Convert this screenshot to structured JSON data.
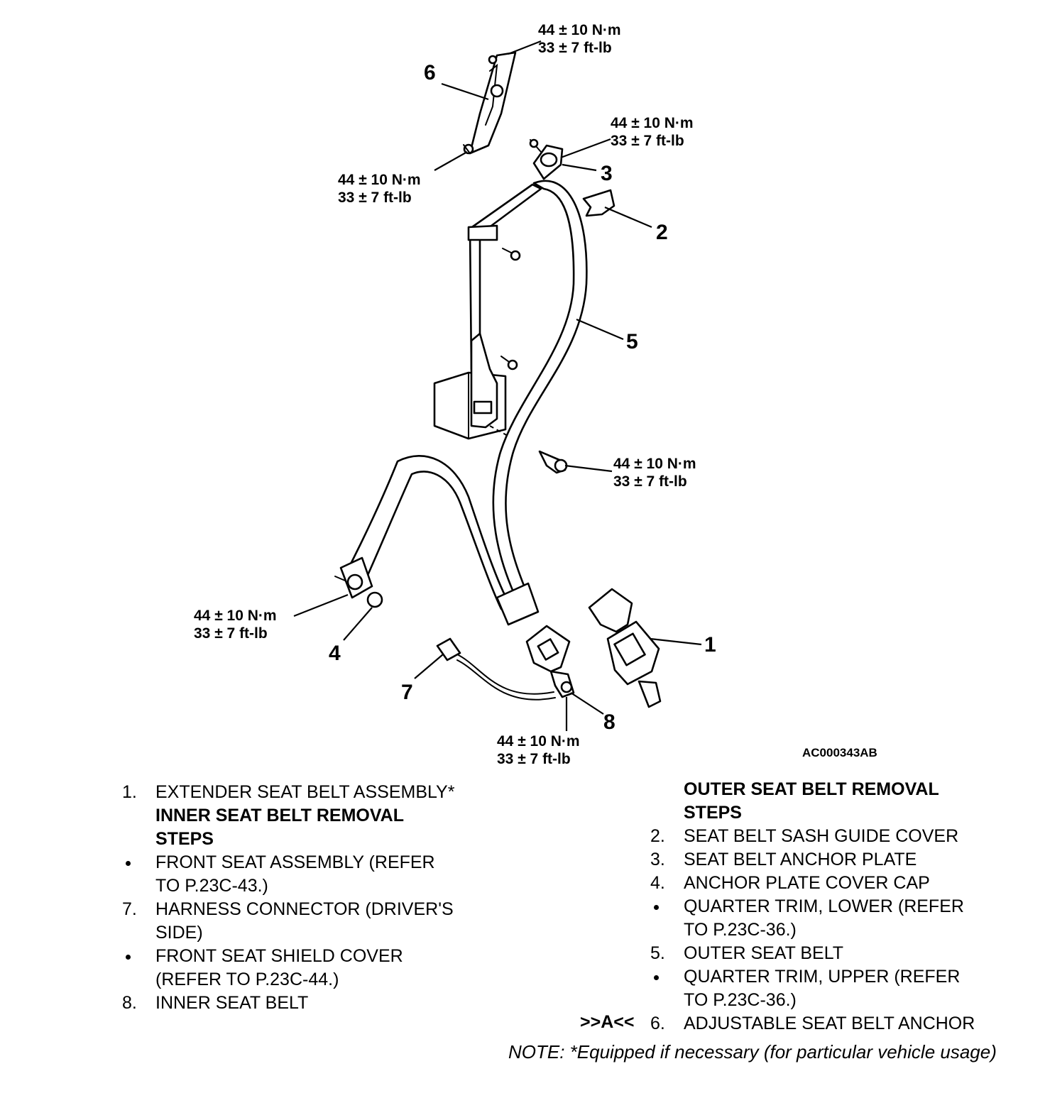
{
  "diagram": {
    "callouts": [
      "1",
      "2",
      "3",
      "4",
      "5",
      "6",
      "7",
      "8"
    ],
    "torque_nm": "44 ± 10 N·m",
    "torque_ftlb": "33 ± 7 ft-lb",
    "figure_id": "AC000343AB"
  },
  "left_list": {
    "item1_num": "1.",
    "item1_text": "EXTENDER SEAT BELT ASSEMBLY*",
    "heading_line1": "INNER SEAT BELT REMOVAL",
    "heading_line2": "STEPS",
    "front_seat_line1": "FRONT SEAT ASSEMBLY (REFER",
    "front_seat_line2": "TO P.23C-43.)",
    "item7_num": "7.",
    "item7_line1": "HARNESS CONNECTOR (DRIVER'S",
    "item7_line2": "SIDE)",
    "shield_line1": "FRONT SEAT SHIELD COVER",
    "shield_line2": "(REFER TO P.23C-44.)",
    "item8_num": "8.",
    "item8_text": "INNER SEAT BELT"
  },
  "right_list": {
    "heading_line1": "OUTER SEAT BELT REMOVAL",
    "heading_line2": "STEPS",
    "item2_num": "2.",
    "item2_text": "SEAT BELT SASH GUIDE COVER",
    "item3_num": "3.",
    "item3_text": "SEAT BELT ANCHOR PLATE",
    "item4_num": "4.",
    "item4_text": "ANCHOR PLATE COVER CAP",
    "quarter_lower_line1": "QUARTER TRIM, LOWER (REFER",
    "quarter_lower_line2": "TO P.23C-36.)",
    "item5_num": "5.",
    "item5_text": "OUTER SEAT BELT",
    "quarter_upper_line1": "QUARTER TRIM, UPPER (REFER",
    "quarter_upper_line2": "TO P.23C-36.)",
    "op_code": ">>A<<",
    "item6_num": "6.",
    "item6_text": "ADJUSTABLE SEAT BELT ANCHOR"
  },
  "note": "NOTE: *Equipped if necessary (for particular vehicle usage)"
}
